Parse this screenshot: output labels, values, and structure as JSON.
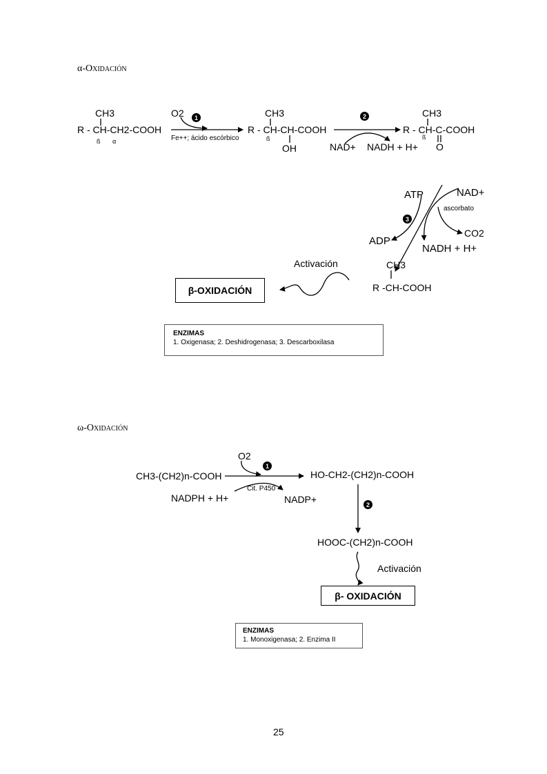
{
  "alpha": {
    "title_symbol": "α",
    "title_text": "-Oxidación",
    "substrate_ch3": "CH3",
    "substrate_chain": "R - CH-CH2-COOH",
    "substrate_beta": "ß",
    "substrate_alpha": "α",
    "step1_badge": "1",
    "step1_o2": "O2",
    "step1_cofactor": "Fe++; ácido escórbico",
    "product1_ch3": "CH3",
    "product1_chain": "R - CH-CH-COOH",
    "product1_beta": "ß",
    "product1_oh": "OH",
    "step2_badge": "2",
    "step2_nad": "NAD+",
    "step2_nadh": "NADH + H+",
    "product2_ch3": "CH3",
    "product2_chain": "R - CH-C-COOH",
    "product2_beta": "ß",
    "product2_o": "O",
    "step3_badge": "3",
    "atp": "ATP",
    "adp": "ADP",
    "nad": "NAD+",
    "ascorbato": "ascorbato",
    "co2": "CO2",
    "nadh": "NADH + H+",
    "final_ch3": "CH3",
    "final_chain": "R -CH-COOH",
    "activation": "Activación",
    "beta_box_symbol": "β",
    "beta_box_text": "-OXIDACIÓN",
    "enzymes_title": "ENZIMAS",
    "enzymes_list": "1.  Oxigenasa; 2.  Deshidrogenasa; 3.  Descarboxilasa"
  },
  "omega": {
    "title_symbol": "ω",
    "title_text": "-Oxidación",
    "substrate": "CH3-(CH2)n-COOH",
    "step1_badge": "1",
    "o2": "O2",
    "cofactor": "Cit. P450",
    "nadph": "NADPH + H+",
    "nadp": "NADP+",
    "product1": "HO-CH2-(CH2)n-COOH",
    "step2_badge": "2",
    "product2": "HOOC-(CH2)n-COOH",
    "activation": "Activación",
    "beta_box_symbol": "β",
    "beta_box_text": "- OXIDACIÓN",
    "enzymes_title": "ENZIMAS",
    "enzymes_list": "1.  Monoxigenasa; 2.  Enzima II"
  },
  "page_number": "25"
}
